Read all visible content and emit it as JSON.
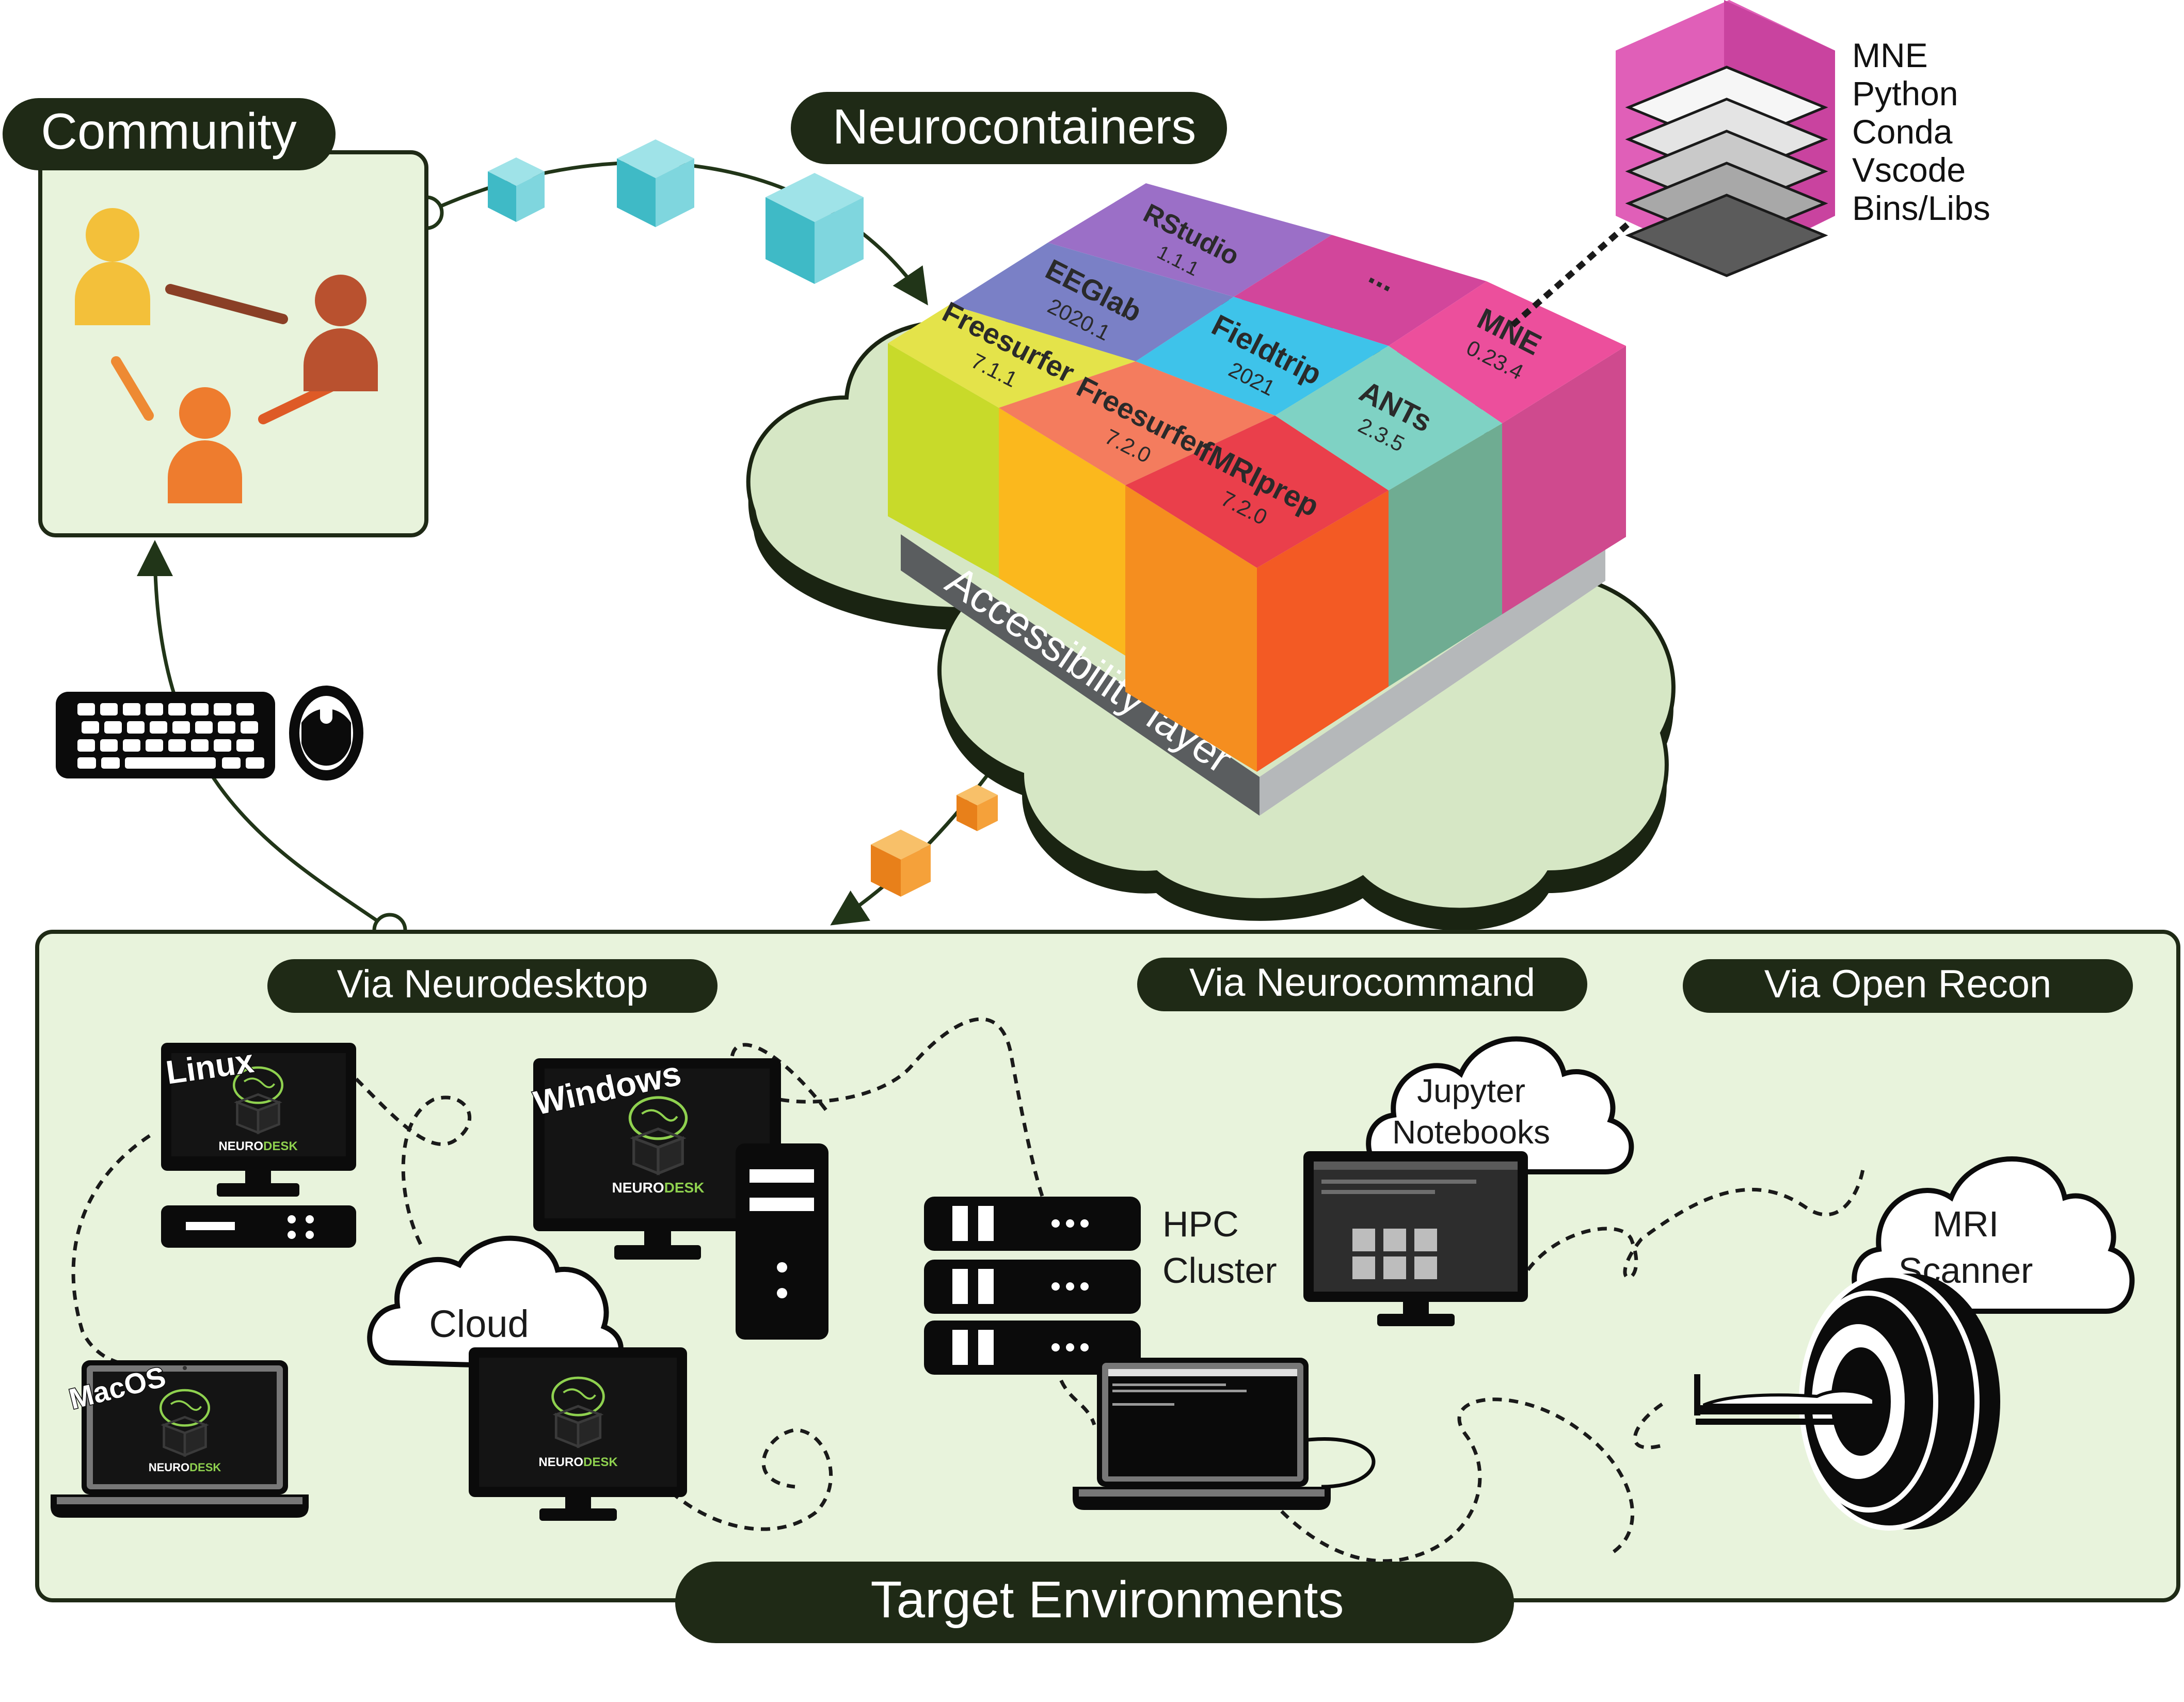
{
  "community": {
    "label": "Community"
  },
  "neurocontainers": {
    "label": "Neurocontainers",
    "accessibility_layer": "Accessibility layer",
    "blocks": [
      {
        "name": "RStudio",
        "version": "1.1.1",
        "color": "#9b6fc7"
      },
      {
        "name": "EEGlab",
        "version": "2020.1",
        "color": "#7a80c6"
      },
      {
        "name": "...",
        "version": "",
        "color": "#d2469b"
      },
      {
        "name": "Freesurfer",
        "version": "7.1.1",
        "color": "#e4e34a"
      },
      {
        "name": "Fieldtrip",
        "version": "2021",
        "color": "#3ec3ea"
      },
      {
        "name": "MNE",
        "version": "0.23.4",
        "color": "#ec4f9c"
      },
      {
        "name": "Freesurfer",
        "version": "7.2.0",
        "color": "#f47c5e"
      },
      {
        "name": "ANTs",
        "version": "2.3.5",
        "color": "#7fd2c4"
      },
      {
        "name": "fMRIprep",
        "version": "7.2.0",
        "color": "#ea3f4b"
      }
    ],
    "layers": [
      "MNE",
      "Python",
      "Conda",
      "Vscode",
      "Bins/Libs"
    ]
  },
  "target": {
    "label": "Target Environments",
    "via_neurodesktop": "Via Neurodesktop",
    "via_neurocommand": "Via Neurocommand",
    "via_open_recon": "Via Open Recon",
    "linux": "Linux",
    "windows": "Windows",
    "macos": "MacOS",
    "cloud": "Cloud",
    "neurodesk_a": "NEURO",
    "neurodesk_b": "DESK",
    "hpc_line1": "HPC",
    "hpc_line2": "Cluster",
    "jupyter_line1": "Jupyter",
    "jupyter_line2": "Notebooks",
    "mri_line1": "MRI",
    "mri_line2": "Scanner"
  },
  "colors": {
    "pill_dark": "#1f2a16",
    "panel_fill": "#e8f3dc",
    "cloud_fill": "#d6e7c5",
    "arrow": "#213518",
    "cube_teal": "#59c9d3",
    "cube_orange": "#f39224",
    "person_yellow": "#f3c03a",
    "person_brown": "#b9512f",
    "person_orange": "#ee7c2e",
    "magenta": "#e05fb8"
  }
}
